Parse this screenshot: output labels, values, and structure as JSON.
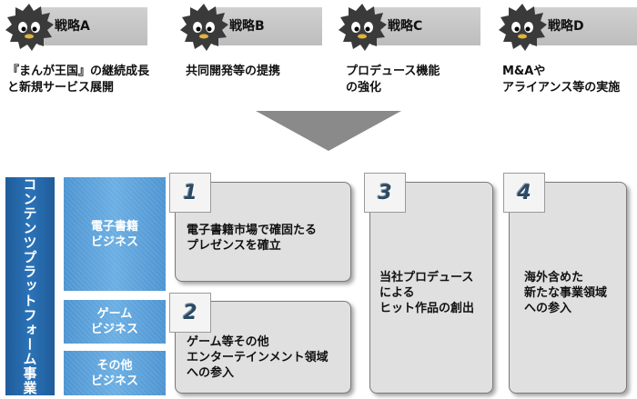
{
  "strategies": [
    {
      "label": "戦略A",
      "description": "『まんが王国』の継続成長\nと新規サービス展開"
    },
    {
      "label": "戦略B",
      "description": "共同開発等の提携"
    },
    {
      "label": "戦略C",
      "description": "プロデュース機能\nの強化"
    },
    {
      "label": "戦略D",
      "description": "M&Aや\nアライアンス等の実施"
    }
  ],
  "platform_label": "コンテンツプラットフォーム事業",
  "businesses": [
    {
      "label": "電子書籍\nビジネス"
    },
    {
      "label": "ゲーム\nビジネス"
    },
    {
      "label": "その他\nビジネス"
    }
  ],
  "initiatives": [
    {
      "number": "1",
      "text": "電子書籍市場で確固たる\nプレゼンスを確立"
    },
    {
      "number": "2",
      "text": "ゲーム等その他\nエンターテインメント領域\nへの参入"
    },
    {
      "number": "3",
      "text": "当社プロデュース\nによる\nヒット作品の創出"
    },
    {
      "number": "4",
      "text": "海外含めた\n新たな事業領域\nへの参入"
    }
  ],
  "colors": {
    "platform": "#2b73b8",
    "business": "#5ea4dd",
    "box": "#e0e0e0",
    "strategy_label": "#c8c8c8"
  },
  "icons": {
    "mascot": "spiky-mascot-icon",
    "arrow": "down-arrow-icon"
  }
}
